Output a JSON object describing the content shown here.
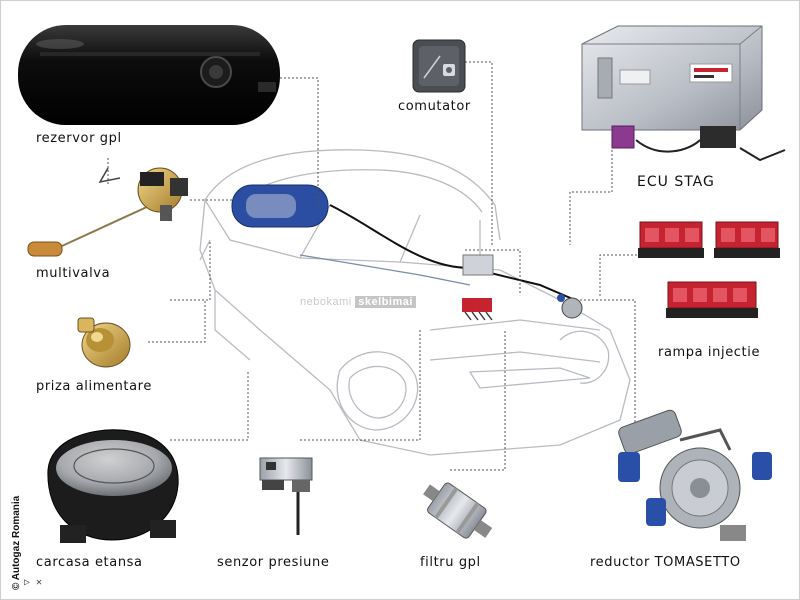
{
  "labels": {
    "rezervor": "rezervor gpl",
    "comutator": "comutator",
    "ecu": "ECU STAG",
    "multivalva": "multivalva",
    "priza": "priza alimentare",
    "rampa": "rampa injectie",
    "carcasa": "carcasa etansa",
    "senzor": "senzor presiune",
    "filtru": "filtru gpl",
    "reductor": "reductor TOMASETTO"
  },
  "credit": "© Autogaz Romania",
  "watermark": {
    "left": "nebokami",
    "right": "skelbimai"
  },
  "colors": {
    "tank": "#151515",
    "injector_red": "#c4232f",
    "reductor_blue": "#2a4fa8",
    "ecu_silver": "#c9ccd2",
    "connector_purple": "#8b3a8f",
    "brass": "#c9a24a",
    "leader_line": "#555555"
  }
}
